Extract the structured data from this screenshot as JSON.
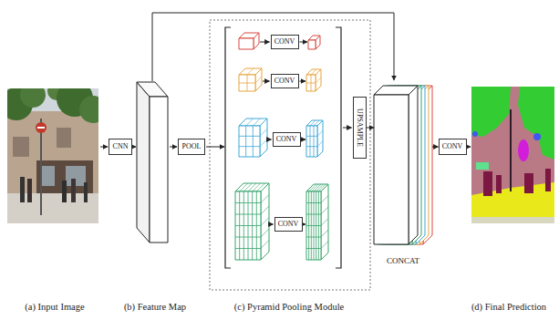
{
  "diagram": {
    "nodes": [
      {
        "text": [
          "CNN"
        ]
      },
      {
        "text": [
          "POOL"
        ]
      },
      {
        "text": [
          "CONV"
        ]
      },
      {
        "text": [
          "CONV"
        ]
      },
      {
        "text": [
          "CONV"
        ]
      },
      {
        "text": [
          "CONV"
        ]
      },
      {
        "text": [
          "UPSAMPLE"
        ]
      },
      {
        "text": [
          "CONCAT"
        ]
      },
      {
        "text": [
          "CONV"
        ]
      }
    ],
    "edges": [
      {
        "from": 6,
        "to": 7,
        "arrow": "to"
      },
      {
        "from": 7,
        "to": 8,
        "arrow": "to"
      }
    ],
    "labels": [
      "(a) Input Image",
      "(b) Feature Map",
      "(c) Pyramid Pooling Module",
      "(d) Final Prediction"
    ]
  }
}
